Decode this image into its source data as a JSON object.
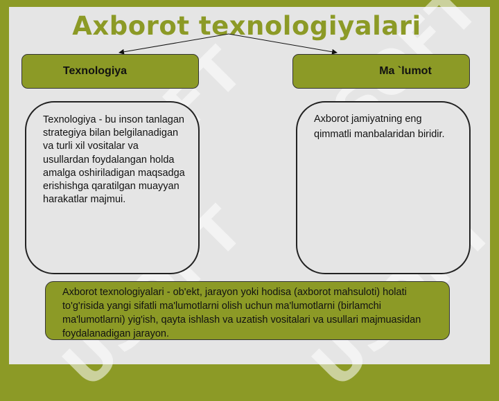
{
  "title": "Axborot texnologiyalari",
  "left_head": "Texnologiya",
  "right_head": "Ma `lumot",
  "left_text": "Texnologiya - bu inson tanlagan strategiya bilan belgilanadigan va turli xil vositalar va usullardan foydalangan holda amalga oshiriladigan maqsadga erishishga qaratilgan muayyan harakatlar majmui.",
  "right_text": "Axborot jamiyatning eng qimmatli manbalaridan biridir.",
  "bottom_text": "Axborot texnologiyalari - ob'ekt, jarayon yoki hodisa (axborot mahsuloti) holati to'g'risida yangi sifatli ma'lumotlarni olish uchun ma'lumotlarni (birlamchi ma'lumotlarni) yig'ish, qayta ishlash va uzatish vositalari va usullari majmuasidan foydalanadigan jarayon.",
  "colors": {
    "frame": "#8c9a26",
    "panel": "#e5e5e5"
  }
}
